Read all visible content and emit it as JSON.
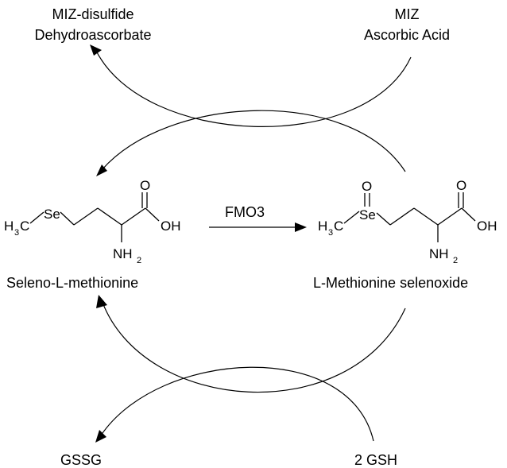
{
  "top_left": {
    "line1": "MIZ-disulfide",
    "line2": "Dehydroascorbate"
  },
  "top_right": {
    "line1": "MIZ",
    "line2": "Ascorbic Acid"
  },
  "bottom_left": {
    "label": "GSSG"
  },
  "bottom_right": {
    "label": "2 GSH"
  },
  "enzyme": {
    "label": "FMO3"
  },
  "compound_left": {
    "name": "Seleno-L-methionine",
    "atoms": {
      "h": "H",
      "h_sub": "3",
      "c": "C",
      "se": "Se",
      "o": "O",
      "oh": "OH",
      "nh": "NH",
      "nh_sub": "2"
    }
  },
  "compound_right": {
    "name": "L-Methionine selenoxide",
    "atoms": {
      "o_top": "O",
      "h": "H",
      "h_sub": "3",
      "c": "C",
      "se": "Se",
      "o": "O",
      "oh": "OH",
      "nh": "NH",
      "nh_sub": "2"
    }
  },
  "colors": {
    "ink": "#000000",
    "background": "#ffffff"
  }
}
